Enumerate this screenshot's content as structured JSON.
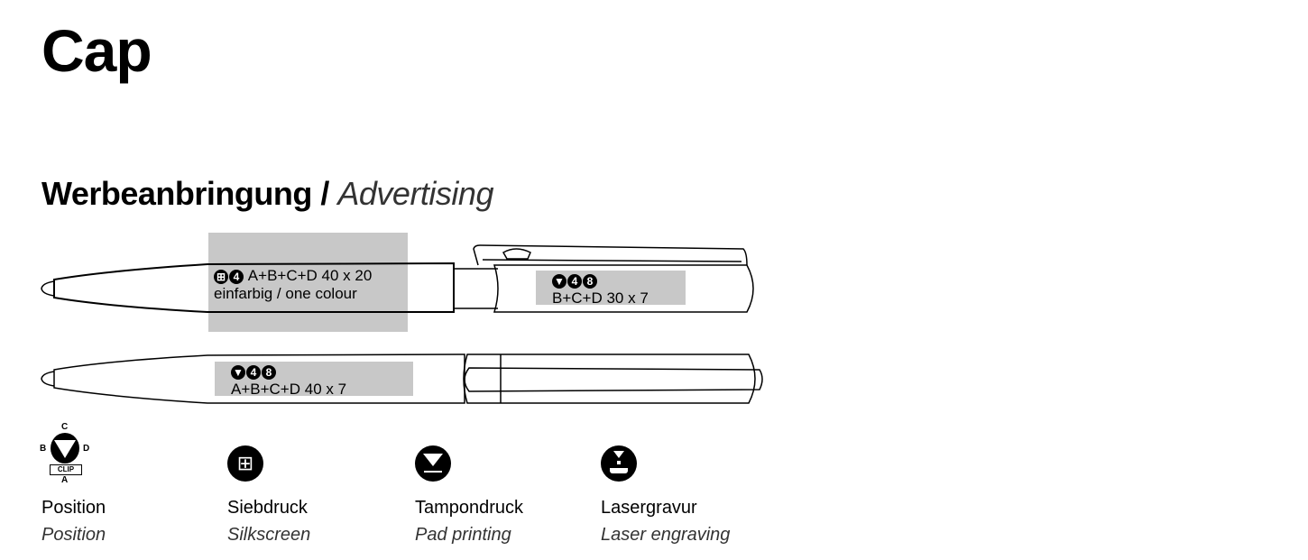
{
  "title": "Cap",
  "section": {
    "title_de": "Werbeanbringung",
    "separator": "/",
    "title_en": "Advertising"
  },
  "areas": [
    {
      "badges": [
        "silkscreen-icon",
        "4"
      ],
      "spec": "A+B+C+D 40 x 20",
      "note": "einfarbig / one colour"
    },
    {
      "badges": [
        "pad-print-icon",
        "4",
        "8"
      ],
      "spec": "B+C+D 30 x 7"
    },
    {
      "badges": [
        "pad-print-icon",
        "4",
        "8"
      ],
      "spec": "A+B+C+D 40 x 7"
    }
  ],
  "position_diagram": {
    "labels": [
      "A",
      "B",
      "C",
      "D"
    ],
    "clip": "CLIP"
  },
  "legend": [
    {
      "de": "Position",
      "en": "Position"
    },
    {
      "de": "Siebdruck",
      "en": "Silkscreen"
    },
    {
      "de": "Tampondruck",
      "en": "Pad printing"
    },
    {
      "de": "Lasergravur",
      "en": "Laser engraving"
    }
  ],
  "badge_numbers": {
    "four": "4",
    "eight": "8"
  }
}
